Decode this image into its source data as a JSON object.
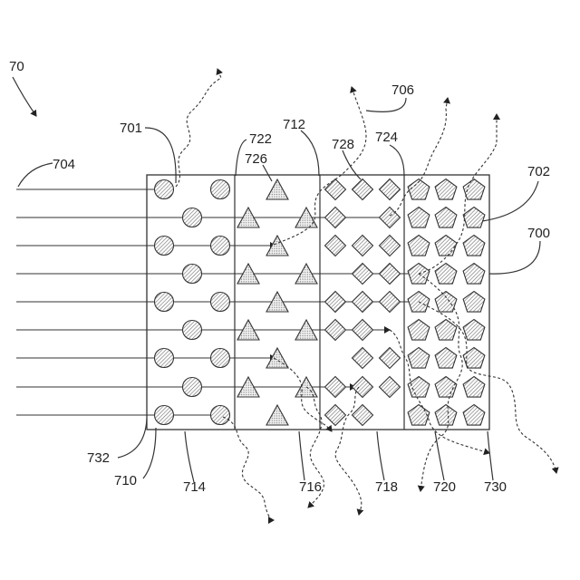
{
  "labels": {
    "figure": "70",
    "light_source": "704",
    "particle_a_callout": "701",
    "layer_boundary_a": "722",
    "particle_b_callout": "726",
    "layer_boundary_b": "712",
    "scattered_light": "706",
    "particle_c_callout": "728",
    "layer_boundary_c": "724",
    "particle_d_callout": "702",
    "article": "700",
    "outer_edge": "732",
    "layer_1": "710",
    "layer_2": "714",
    "layer_3": "716",
    "layer_4": "718",
    "layer_5": "720",
    "layer_6": "730"
  },
  "colors": {
    "line": "#333333",
    "fill_circle": "#bbbbbb",
    "fill_triangle": "#dddddd",
    "fill_diamond": "#c8c8c8",
    "fill_pentagon": "#cfcfcf",
    "background": "#ffffff"
  },
  "shape_names": [
    "circle",
    "triangle",
    "diamond",
    "pentagon"
  ]
}
